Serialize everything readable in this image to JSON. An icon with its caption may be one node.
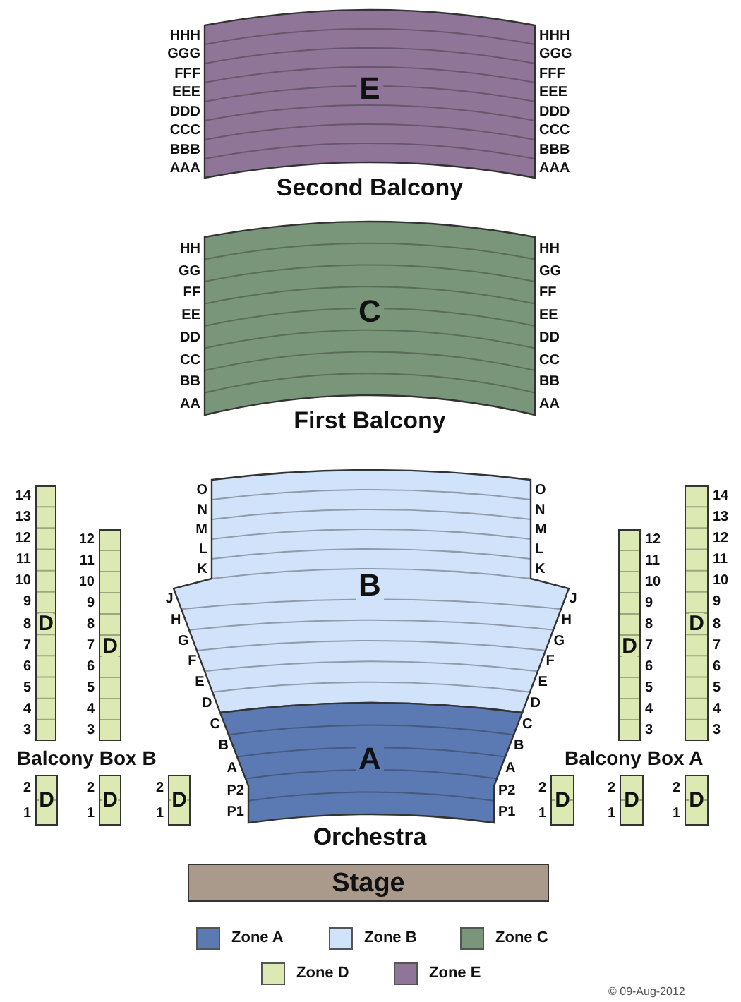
{
  "diagram": {
    "nodes": [
      {
        "text": [
          "E",
          "Second Balcony"
        ],
        "beside": [
          "HHH",
          "GGG",
          "FFF",
          "EEE",
          "DDD",
          "CCC",
          "BBB",
          "AAA",
          "HHH",
          "GGG",
          "FFF",
          "EEE",
          "DDD",
          "CCC",
          "BBB",
          "AAA"
        ]
      },
      {
        "text": [
          "C",
          "First Balcony"
        ],
        "beside": [
          "HH",
          "GG",
          "FF",
          "EE",
          "DD",
          "CC",
          "BB",
          "AA",
          "HH",
          "GG",
          "FF",
          "EE",
          "DD",
          "CC",
          "BB",
          "AA"
        ]
      },
      {
        "text": [
          "D"
        ],
        "beside": [
          "14",
          "13",
          "12",
          "11",
          "10",
          "9",
          "8",
          "7",
          "6",
          "5",
          "4",
          "3"
        ]
      },
      {
        "text": [
          "D"
        ],
        "beside": [
          "12",
          "11",
          "10",
          "9",
          "8",
          "7",
          "6",
          "5",
          "4",
          "3"
        ]
      },
      {
        "text": [
          "B"
        ],
        "beside": [
          "O",
          "N",
          "M",
          "L",
          "K",
          "J",
          "H",
          "G",
          "F",
          "E",
          "D",
          "O",
          "N",
          "M",
          "L",
          "K",
          "J",
          "H",
          "G",
          "F",
          "E",
          "D"
        ]
      },
      {
        "text": [
          "D"
        ],
        "beside": [
          "12",
          "11",
          "10",
          "9",
          "8",
          "7",
          "6",
          "5",
          "4",
          "3"
        ]
      },
      {
        "text": [
          "D"
        ],
        "beside": [
          "14",
          "13",
          "12",
          "11",
          "10",
          "9",
          "8",
          "7",
          "6",
          "5",
          "4",
          "3"
        ]
      },
      {
        "text": [
          "A",
          "Orchestra"
        ],
        "beside": [
          "C",
          "B",
          "A",
          "P2",
          "P1",
          "C",
          "B",
          "A",
          "P2",
          "P1"
        ]
      },
      {
        "text": [
          "D"
        ],
        "beside": [
          "2",
          "1"
        ]
      },
      {
        "text": [
          "D"
        ],
        "beside": [
          "2",
          "1"
        ]
      },
      {
        "text": [
          "D"
        ],
        "beside": [
          "2",
          "1"
        ]
      },
      {
        "text": [
          "D"
        ],
        "beside": [
          "2",
          "1"
        ]
      },
      {
        "text": [
          "D"
        ],
        "beside": [
          "2",
          "1"
        ]
      },
      {
        "text": [
          "D"
        ],
        "beside": [
          "2",
          "1"
        ]
      },
      {
        "text": [
          "Stage"
        ]
      }
    ],
    "labels": [
      "Balcony Box B",
      "Balcony Box A",
      "© 09-Aug-2012"
    ],
    "legend": [
      {
        "text": "Zone A",
        "color": "#5b79b2"
      },
      {
        "text": "Zone B",
        "color": "#d1e3fa"
      },
      {
        "text": "Zone C",
        "color": "#7a967a"
      },
      {
        "text": "Zone D",
        "color": "#dde9b2"
      },
      {
        "text": "Zone E",
        "color": "#8f7597"
      }
    ]
  }
}
